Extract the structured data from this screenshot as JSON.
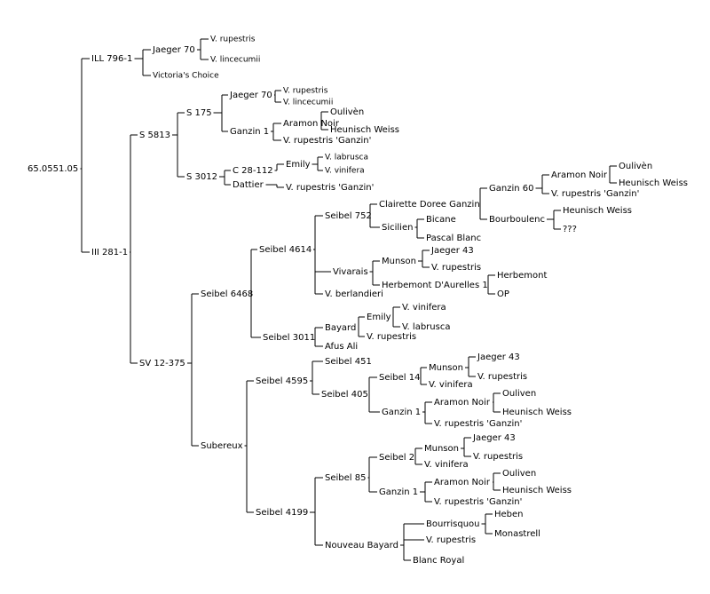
{
  "tree": {
    "label": "65.0551.05",
    "children": [
      {
        "label": "ILL 796-1",
        "children": [
          {
            "label": "Jaeger 70",
            "children": [
              {
                "label": "V. rupestris"
              },
              {
                "label": "V. lincecumii"
              }
            ]
          },
          {
            "label": "Victoria's Choice"
          }
        ]
      },
      {
        "label": "III 281-1",
        "children": [
          {
            "label": "S 5813",
            "children": [
              {
                "label": "S 175",
                "children": [
                  {
                    "label": "Jaeger 70",
                    "children": [
                      {
                        "label": "V. rupestris"
                      },
                      {
                        "label": "V. lincecumii"
                      }
                    ]
                  },
                  {
                    "label": "Ganzin 1",
                    "children": [
                      {
                        "label": "Aramon Noir",
                        "children": [
                          {
                            "label": "Oulivèn"
                          },
                          {
                            "label": "Heunisch Weiss"
                          }
                        ]
                      },
                      {
                        "label": "V. rupestris 'Ganzin'"
                      }
                    ]
                  }
                ]
              },
              {
                "label": "S 3012",
                "children": [
                  {
                    "label": "C 28-112",
                    "children": [
                      {
                        "label": "Emily",
                        "children": [
                          {
                            "label": "V. labrusca"
                          },
                          {
                            "label": "V. vinifera"
                          }
                        ]
                      }
                    ]
                  },
                  {
                    "label": "Dattier",
                    "children": [
                      {
                        "label": "V. rupestris 'Ganzin'"
                      }
                    ]
                  }
                ]
              }
            ]
          },
          {
            "label": "SV 12-375",
            "children": [
              {
                "label": "Seibel 6468",
                "children": [
                  {
                    "label": "Seibel 4614",
                    "children": [
                      {
                        "label": "Seibel 752",
                        "children": [
                          {
                            "label": "Clairette Doree Ganzin",
                            "children": [
                              {
                                "label": "Ganzin 60",
                                "children": [
                                  {
                                    "label": "Aramon Noir",
                                    "children": [
                                      {
                                        "label": "Oulivèn"
                                      },
                                      {
                                        "label": "Heunisch Weiss"
                                      }
                                    ]
                                  },
                                  {
                                    "label": "V. rupestris 'Ganzin'"
                                  }
                                ]
                              },
                              {
                                "label": "Bourboulenc",
                                "children": [
                                  {
                                    "label": "Heunisch Weiss"
                                  },
                                  {
                                    "label": "???"
                                  }
                                ]
                              }
                            ]
                          },
                          {
                            "label": "Sicilien",
                            "children": [
                              {
                                "label": "Bicane"
                              },
                              {
                                "label": "Pascal Blanc"
                              }
                            ]
                          }
                        ]
                      },
                      {
                        "label": "Vivarais",
                        "children": [
                          {
                            "label": "Munson",
                            "children": [
                              {
                                "label": "Jaeger 43"
                              },
                              {
                                "label": "V. rupestris"
                              }
                            ]
                          },
                          {
                            "label": "Herbemont D'Aurelles 1",
                            "children": [
                              {
                                "label": "Herbemont"
                              },
                              {
                                "label": "OP"
                              }
                            ]
                          }
                        ]
                      },
                      {
                        "label": "V. berlandieri"
                      }
                    ]
                  },
                  {
                    "label": "Seibel 3011",
                    "children": [
                      {
                        "label": "Bayard",
                        "children": [
                          {
                            "label": "Emily",
                            "children": [
                              {
                                "label": "V. vinifera"
                              },
                              {
                                "label": "V. labrusca"
                              }
                            ]
                          },
                          {
                            "label": "V. rupestris"
                          }
                        ]
                      },
                      {
                        "label": "Afus Ali"
                      }
                    ]
                  }
                ]
              },
              {
                "label": "Subereux",
                "children": [
                  {
                    "label": "Seibel 4595",
                    "children": [
                      {
                        "label": "Seibel 451"
                      },
                      {
                        "label": "Seibel 405",
                        "children": [
                          {
                            "label": "Seibel 14",
                            "children": [
                              {
                                "label": "Munson",
                                "children": [
                                  {
                                    "label": "Jaeger 43"
                                  },
                                  {
                                    "label": "V. rupestris"
                                  }
                                ]
                              },
                              {
                                "label": "V. vinifera"
                              }
                            ]
                          },
                          {
                            "label": "Ganzin 1",
                            "children": [
                              {
                                "label": "Aramon Noir",
                                "children": [
                                  {
                                    "label": "Ouliven"
                                  },
                                  {
                                    "label": "Heunisch Weiss"
                                  }
                                ]
                              },
                              {
                                "label": "V. rupestris 'Ganzin'"
                              }
                            ]
                          }
                        ]
                      }
                    ]
                  },
                  {
                    "label": "Seibel 4199",
                    "children": [
                      {
                        "label": "Seibel 85",
                        "children": [
                          {
                            "label": "Seibel 2",
                            "children": [
                              {
                                "label": "Munson",
                                "children": [
                                  {
                                    "label": "Jaeger 43"
                                  },
                                  {
                                    "label": "V. rupestris"
                                  }
                                ]
                              },
                              {
                                "label": "V. vinifera"
                              }
                            ]
                          },
                          {
                            "label": "Ganzin 1",
                            "children": [
                              {
                                "label": "Aramon Noir",
                                "children": [
                                  {
                                    "label": "Ouliven"
                                  },
                                  {
                                    "label": "Heunisch Weiss"
                                  }
                                ]
                              },
                              {
                                "label": "V. rupestris 'Ganzin'"
                              }
                            ]
                          }
                        ]
                      },
                      {
                        "label": "Nouveau Bayard",
                        "children": [
                          {
                            "label": "Bourrisquou",
                            "children": [
                              {
                                "label": "Heben"
                              },
                              {
                                "label": "Monastrell"
                              }
                            ]
                          },
                          {
                            "label": "V. rupestris"
                          },
                          {
                            "label": "Blanc Royal"
                          }
                        ]
                      }
                    ]
                  }
                ]
              }
            ]
          }
        ]
      }
    ]
  }
}
